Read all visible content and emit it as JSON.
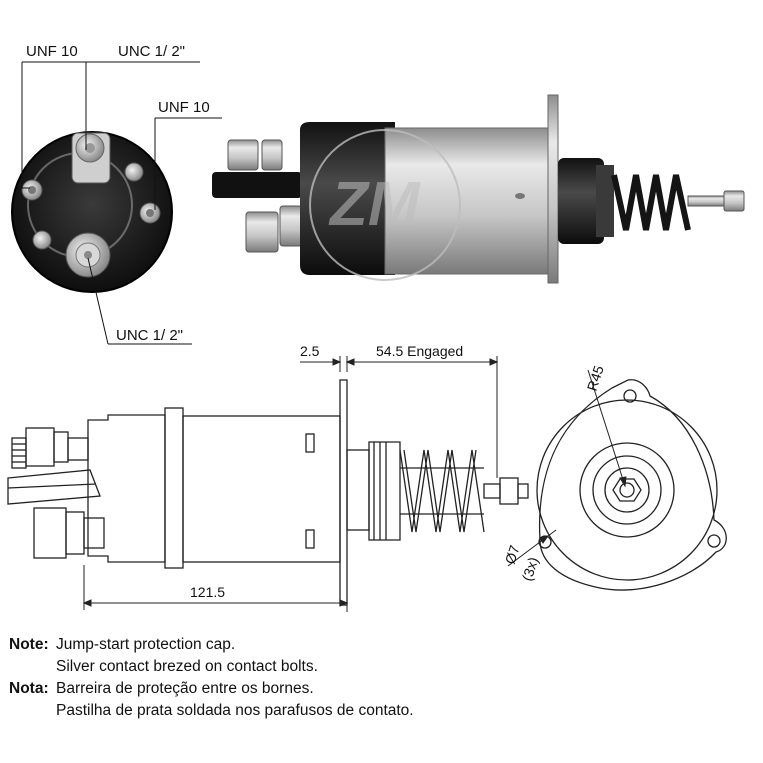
{
  "callouts": {
    "top_left": "UNF 10",
    "top_mid": "UNC 1/ 2\"",
    "right": "UNF 10",
    "bottom": "UNC 1/ 2\""
  },
  "dimensions": {
    "flange_gap": "2.5",
    "engaged": "54.5 Engaged",
    "length": "121.5",
    "radius": "R45",
    "hole_dia": "Ø7",
    "hole_count": "(3x)"
  },
  "watermark": "ZM",
  "notes": {
    "note_key": "Note:",
    "note_line1": "Jump-start protection cap.",
    "note_line2": "Silver contact brezed on contact bolts.",
    "nota_key": "Nota:",
    "nota_line1": "Barreira  de proteção entre os bornes.",
    "nota_line2": "Pastilha de prata soldada nos parafusos de contato."
  },
  "colors": {
    "body_silver": "#cfcfcf",
    "body_dark": "#2a2a2a",
    "line": "#222222",
    "watermark": "#bdbdbd"
  }
}
